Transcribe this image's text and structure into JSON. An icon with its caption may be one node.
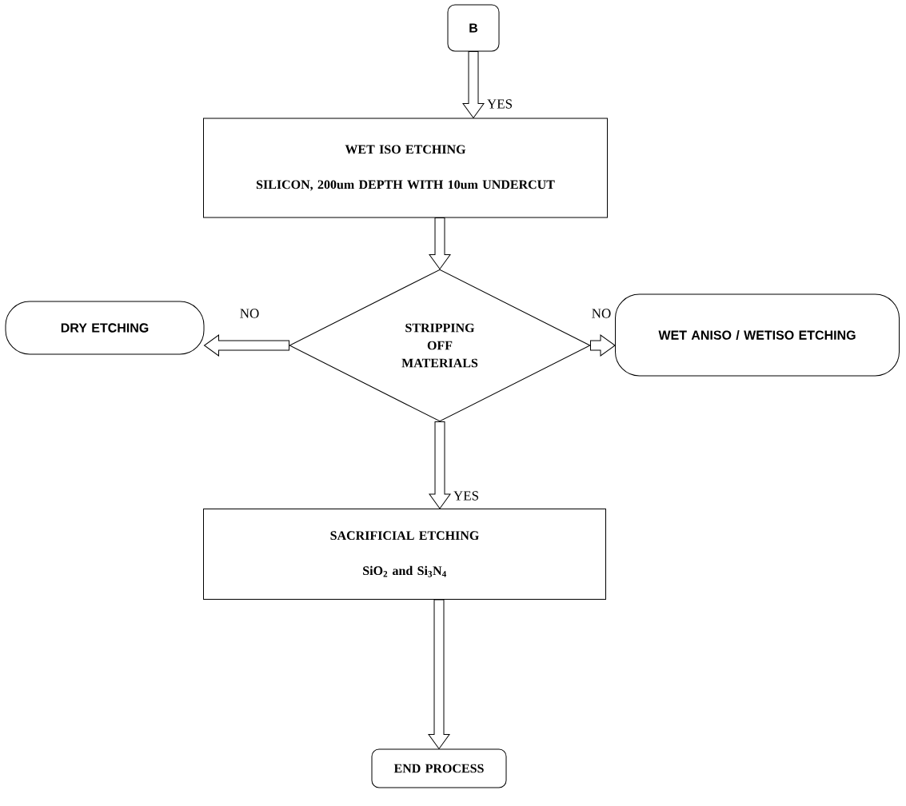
{
  "diagram": {
    "nodes": [
      {
        "text": [
          "B"
        ]
      },
      {
        "text": [
          "WET ISO ETCHING",
          "SILICON, 200um DEPTH WITH 10um UNDERCUT"
        ]
      },
      {
        "text": [
          "STRIPPING OFF MATERIALS"
        ]
      },
      {
        "text": [
          "DRY ETCHING"
        ]
      },
      {
        "text": [
          "WET ANISO / WETISO ETCHING"
        ]
      },
      {
        "text": [
          "SACRIFICIAL ETCHING",
          "SiO$_{2}$ and Si$_{3}$N$_{4}$"
        ]
      },
      {
        "text": [
          "END PROCESS"
        ]
      }
    ],
    "edges": [
      {
        "from": 0,
        "to": 1,
        "arrow": "to",
        "label": "YES"
      },
      {
        "from": 1,
        "to": 2,
        "arrow": "to"
      },
      {
        "from": 2,
        "to": 3,
        "arrow": "to",
        "label": "NO"
      },
      {
        "from": 2,
        "to": 4,
        "arrow": "to",
        "label": "NO"
      },
      {
        "from": 2,
        "to": 5,
        "arrow": "to",
        "label": "YES"
      },
      {
        "from": 5,
        "to": 6,
        "arrow": "to"
      }
    ]
  }
}
